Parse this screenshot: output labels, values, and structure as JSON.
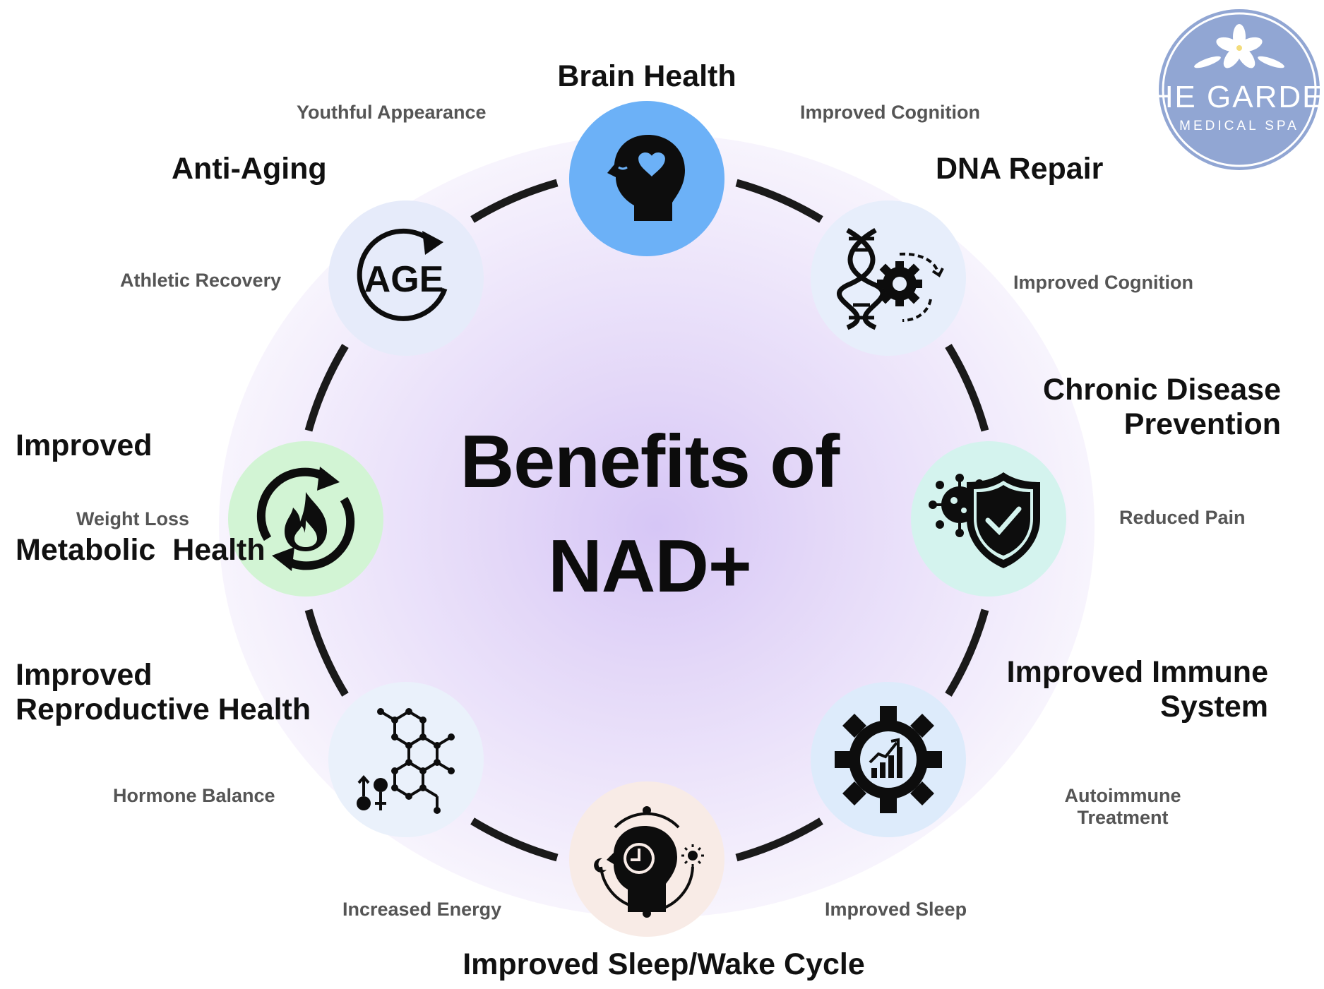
{
  "center": {
    "line1": "Benefits of",
    "line2": "NAD+"
  },
  "logo": {
    "line1": "THE GARDEN",
    "line2": "MEDICAL SPA",
    "color": "#91a6d3"
  },
  "ring_color": "#1a1a1a",
  "nodes": {
    "brain": {
      "title": "Brain Health",
      "sub": "Improved Cognition",
      "color": "#6cb1f7"
    },
    "dna": {
      "title": "DNA Repair",
      "sub": "Improved Cognition",
      "color": "#e7eefb"
    },
    "chronic": {
      "title_line1": "Chronic Disease",
      "title_line2": "Prevention",
      "sub": "Reduced Pain",
      "color": "#d4f3ee"
    },
    "immune": {
      "title_line1": "Improved Immune",
      "title_line2": "System",
      "sub_line1": "Autoimmune",
      "sub_line2": "Treatment",
      "color": "#ddebfb"
    },
    "sleep": {
      "title": "Improved Sleep/Wake Cycle",
      "sub_left": "Increased Energy",
      "sub_right": "Improved Sleep",
      "color": "#f8ebe6"
    },
    "repro": {
      "title_line1": "Improved",
      "title_line2": "Reproductive Health",
      "sub": "Hormone Balance",
      "color": "#eaf1fb"
    },
    "metabolic": {
      "title_line1": "Improved",
      "title_line2": "Metabolic  Health",
      "sub": "Weight Loss",
      "color": "#d2f4d4"
    },
    "aging": {
      "title": "Anti-Aging",
      "sub_top": "Youthful Appearance",
      "sub": "Athletic Recovery",
      "icon_text": "AGE",
      "color": "#e6ebfa"
    }
  }
}
